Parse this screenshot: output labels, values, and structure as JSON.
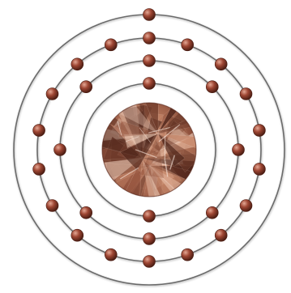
{
  "diagram": {
    "subject": "atom-electron-shells",
    "nucleus": {
      "texture": "copper-crystal",
      "colors": [
        "#f2d2bf",
        "#c98a6c",
        "#9a5a43",
        "#6e3a2a",
        "#4a2218"
      ]
    },
    "shells": [
      {
        "name": "shell-1",
        "electrons": 2
      },
      {
        "name": "shell-2",
        "electrons": 8
      },
      {
        "name": "shell-3",
        "electrons": 18
      },
      {
        "name": "shell-4",
        "electrons": 1
      }
    ],
    "colors": {
      "orbit": "#6a6a6a",
      "electron_light": "#e4a895",
      "electron_mid": "#9e4633",
      "electron_dark": "#4a1c12"
    }
  }
}
